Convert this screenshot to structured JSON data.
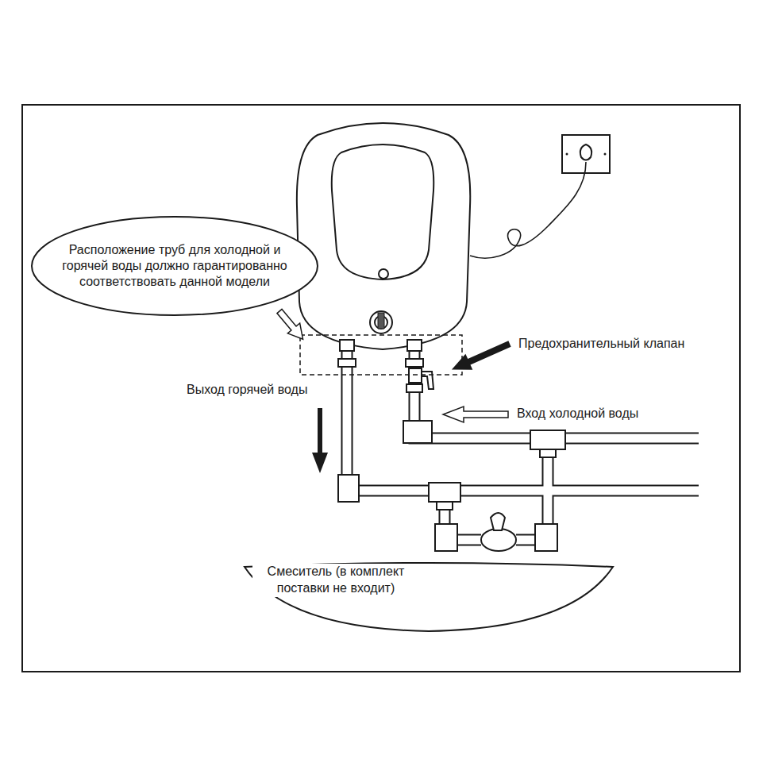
{
  "diagram": {
    "nodes": [
      {
        "text": [
          "Расположение труб для холодной и горячей воды должно гарантированно соответствовать данной модели"
        ]
      }
    ],
    "labels": [
      "Предохранительный клапан",
      "Выход горячей воды",
      "Вход холодной воды",
      "Смеситель (в комплект поставки не входит)"
    ]
  }
}
